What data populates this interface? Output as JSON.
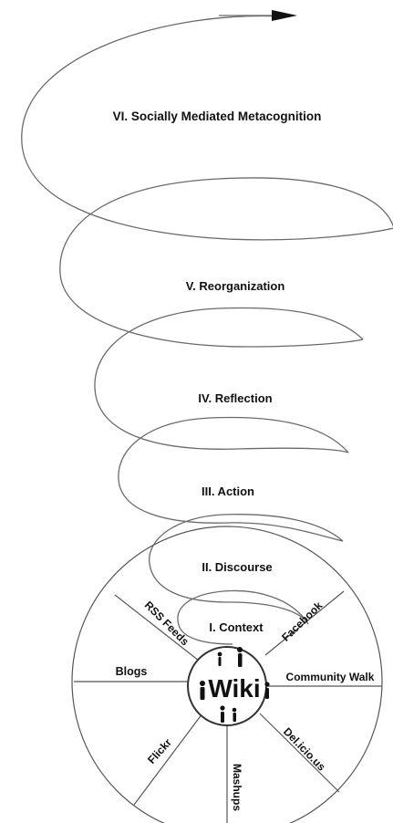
{
  "stages": [
    {
      "label": "VI. Socially Mediated Metacognition"
    },
    {
      "label": "V. Reorganization"
    },
    {
      "label": "IV. Reflection"
    },
    {
      "label": "III. Action"
    },
    {
      "label": "II. Discourse"
    },
    {
      "label": "I. Context"
    }
  ],
  "wheel": {
    "center": "Wiki",
    "segments": [
      {
        "label": "RSS Feeds"
      },
      {
        "label": "Facebook"
      },
      {
        "label": "Blogs"
      },
      {
        "label": "Community Walk"
      },
      {
        "label": "Flickr"
      },
      {
        "label": "Mashups"
      },
      {
        "label": "Del.icio.us"
      }
    ]
  },
  "colors": {
    "line": "#6a6a6a",
    "text": "#111111",
    "hub": "#ffffff"
  }
}
